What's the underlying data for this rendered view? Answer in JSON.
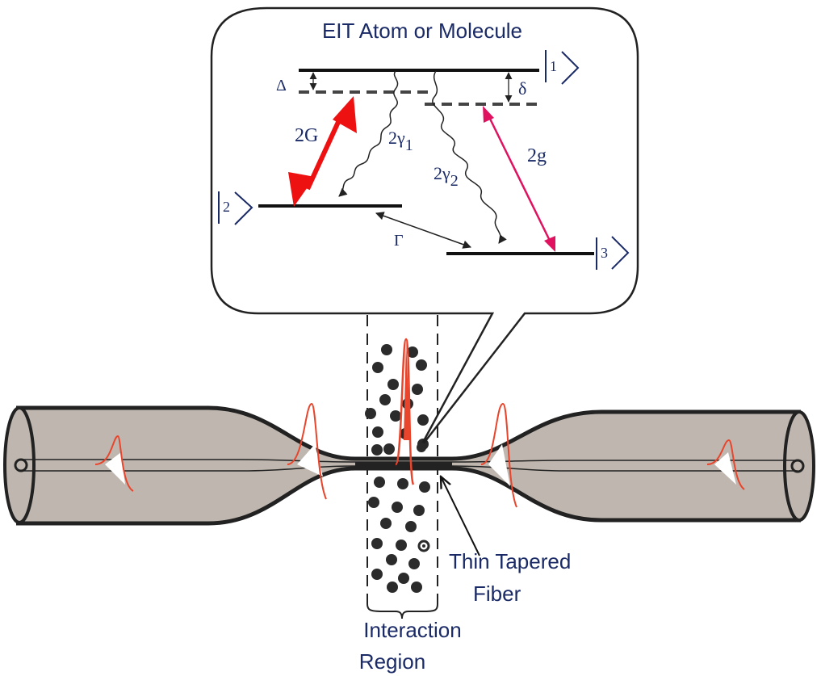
{
  "inset": {
    "title": "EIT Atom or Molecule",
    "levels": {
      "one": "1",
      "two": "2",
      "three": "3"
    },
    "labels": {
      "delta_upper": "Δ",
      "delta_lower": "δ",
      "coupling": "2G",
      "probe": "2g",
      "gamma1": "2γ",
      "gamma1_sub": "1",
      "gamma2": "2γ",
      "gamma2_sub": "2",
      "dephasing": "Γ"
    }
  },
  "fiber": {
    "label_line1": "Thin Tapered",
    "label_line2": "Fiber"
  },
  "region": {
    "label_line1": "Interaction",
    "label_line2": "Region"
  },
  "colors": {
    "text": "#1a2a66",
    "fiber_fill": "#bfb7af",
    "pulse": "#e8452c",
    "coupling_arrow": "#ee1111",
    "probe_arrow": "#e0115f",
    "dot": "#2b2b2b"
  }
}
